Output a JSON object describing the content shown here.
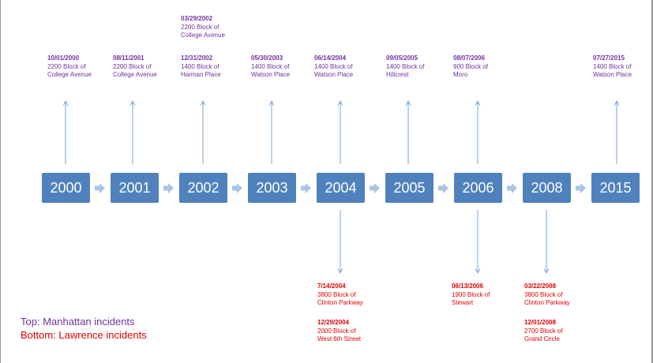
{
  "years": [
    "2000",
    "2001",
    "2002",
    "2003",
    "2004",
    "2005",
    "2006",
    "2008",
    "2015"
  ],
  "top_incidents": [
    {
      "date": "10/01/2000",
      "lines": [
        "2200 Block of",
        "College Avenue"
      ]
    },
    {
      "date": "08/11/2001",
      "lines": [
        "2200 Block of",
        "College Avenue"
      ]
    },
    {
      "date": "03/29/2002",
      "lines": [
        "2200 Block of",
        "College Avenue"
      ]
    },
    {
      "date": "12/31/2002",
      "lines": [
        "1400 Block of",
        "Harman Place"
      ]
    },
    {
      "date": "05/30/2003",
      "lines": [
        "1400 Block of",
        "Watson Place"
      ]
    },
    {
      "date": "06/14/2004",
      "lines": [
        "1400 Block of",
        "Watson Place"
      ]
    },
    {
      "date": "09/05/2005",
      "lines": [
        "1400 Block of",
        "Hillcrest"
      ]
    },
    {
      "date": "08/07/2006",
      "lines": [
        "900 Block of",
        "Moro"
      ]
    },
    {
      "date": "07/27/2015",
      "lines": [
        "1400 Block of",
        "Watson Place"
      ]
    }
  ],
  "bottom_incidents": [
    {
      "date": "7/14/2004",
      "lines": [
        "3800 Block of",
        "Clinton Parkway"
      ]
    },
    {
      "date": "12/29/2004",
      "lines": [
        "2000 Block of",
        "West 6th Street"
      ]
    },
    {
      "date": "06/13/2006",
      "lines": [
        "1900 Block of",
        "Stewart"
      ]
    },
    {
      "date": "03/22/2008",
      "lines": [
        "3800 Block of",
        "Clinton Parkway"
      ]
    },
    {
      "date": "12/01/2008",
      "lines": [
        "2700 Block of",
        "Grand Circle"
      ]
    }
  ],
  "legend": {
    "top": "Top: Manhattan incidents",
    "bottom": "Bottom: Lawrence incidents"
  },
  "colors": {
    "box": "#4f81bd",
    "connector": "#7aa6d6",
    "chevron": "#a9c4e4",
    "top_text": "#7030a0",
    "bottom_text": "#e00000"
  }
}
